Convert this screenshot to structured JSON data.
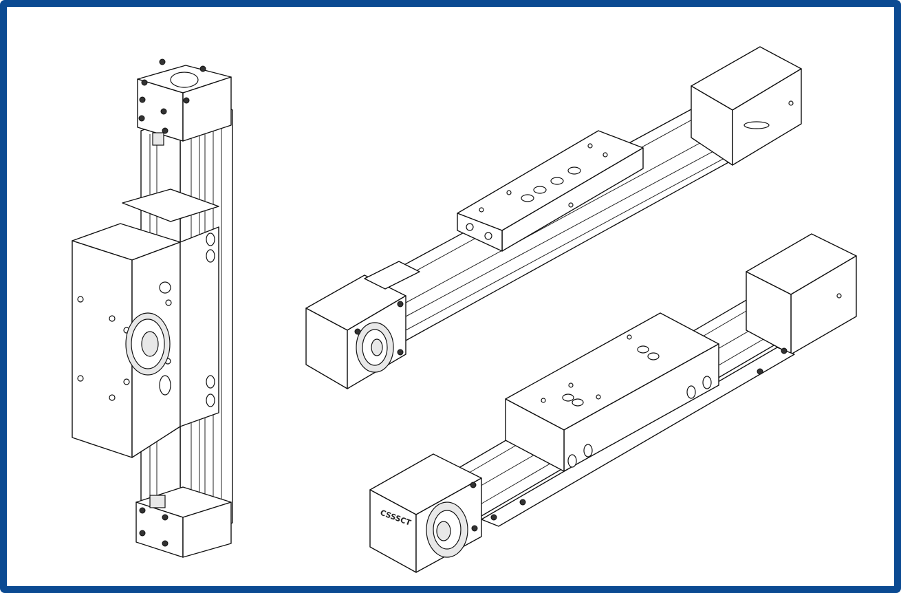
{
  "colors": {
    "frame_border": "#0b4a92",
    "background": "#ffffff",
    "line": "#111111"
  },
  "actuators": [
    {
      "id": "vertical-actuator",
      "orientation": "vertical"
    },
    {
      "id": "upper-diagonal-actuator",
      "orientation": "diagonal"
    },
    {
      "id": "lower-diagonal-actuator",
      "orientation": "diagonal"
    }
  ],
  "logo": {
    "text": "CSSSCT"
  }
}
